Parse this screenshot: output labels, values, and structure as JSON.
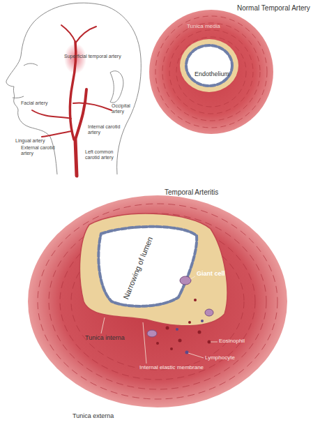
{
  "diagram": {
    "labels": [
      "Superficial temporal artery",
      "Occipital artery",
      "Facial artery",
      "Lingual artery",
      "Internal carotid artery",
      "External carotid artery",
      "Left common carotid artery",
      "Normal Temporal Artery",
      "Tunica media",
      "Endothelium",
      "Temporal Arteritis",
      "Narrowing of lumen",
      "Giant cell",
      "Eosinophil",
      "Lymphocyte",
      "Tunica interna",
      "Internal elastic membrane",
      "Tunica externa"
    ]
  }
}
